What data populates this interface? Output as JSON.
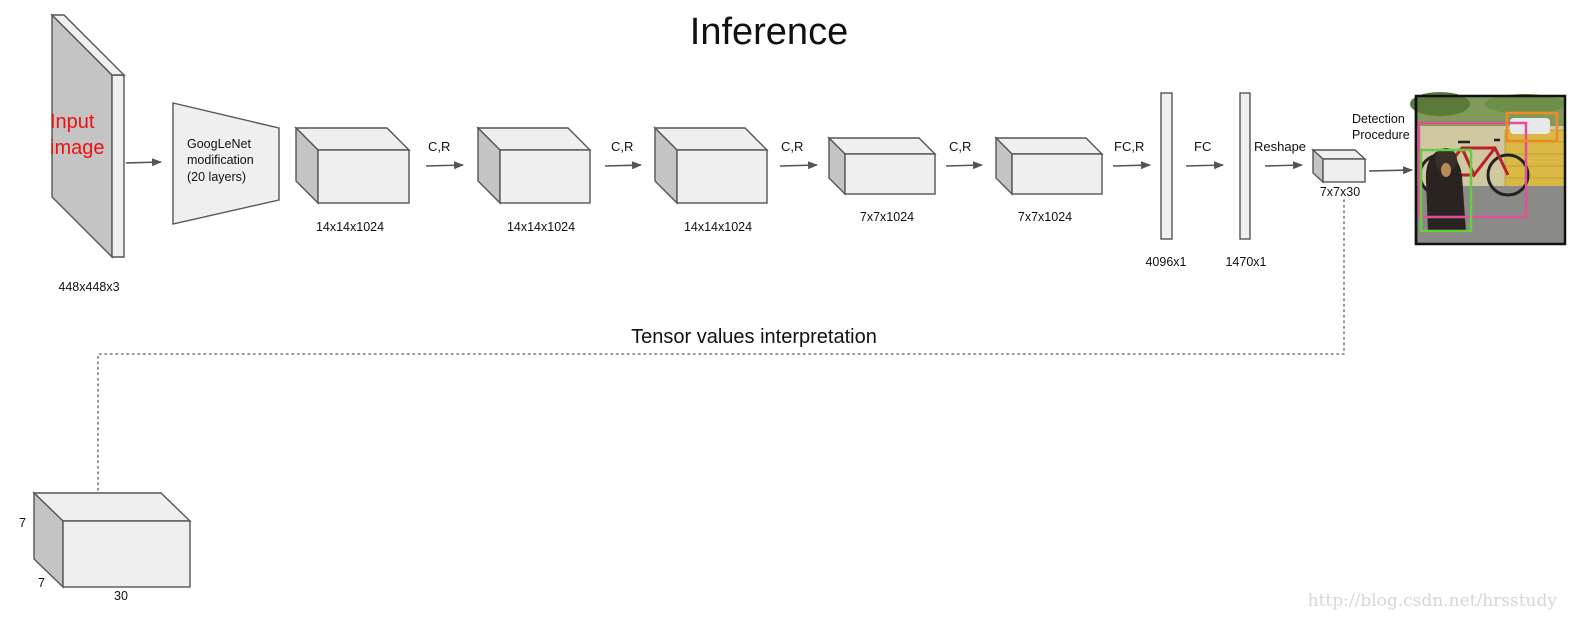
{
  "title": "Inference",
  "input": {
    "label_line1": "Input",
    "label_line2": "image",
    "size": "448x448x3"
  },
  "googlenet": {
    "line1": "GoogLeNet",
    "line2": "modification",
    "line3": "(20 layers)"
  },
  "blocks": [
    {
      "size": "14x14x1024"
    },
    {
      "size": "14x14x1024"
    },
    {
      "size": "14x14x1024"
    },
    {
      "size": "7x7x1024"
    },
    {
      "size": "7x7x1024"
    }
  ],
  "ops": [
    "C,R",
    "C,R",
    "C,R",
    "C,R",
    "FC,R",
    "FC",
    "Reshape"
  ],
  "fc_layers": [
    {
      "size": "4096x1"
    },
    {
      "size": "1470x1"
    }
  ],
  "output_tensor": {
    "size": "7x7x30"
  },
  "detection": {
    "line1": "Detection",
    "line2": "Procedure"
  },
  "interpretation": {
    "title": "Tensor values interpretation",
    "dim_height": "7",
    "dim_depth": "7",
    "dim_width": "30"
  },
  "watermark": "http://blog.csdn.net/hrsstudy",
  "colors": {
    "box_orange": "#f08a24",
    "box_pink": "#e0509a",
    "box_magenta": "#c040c0",
    "box_green": "#66cc44",
    "input_text": "#ee1111"
  }
}
